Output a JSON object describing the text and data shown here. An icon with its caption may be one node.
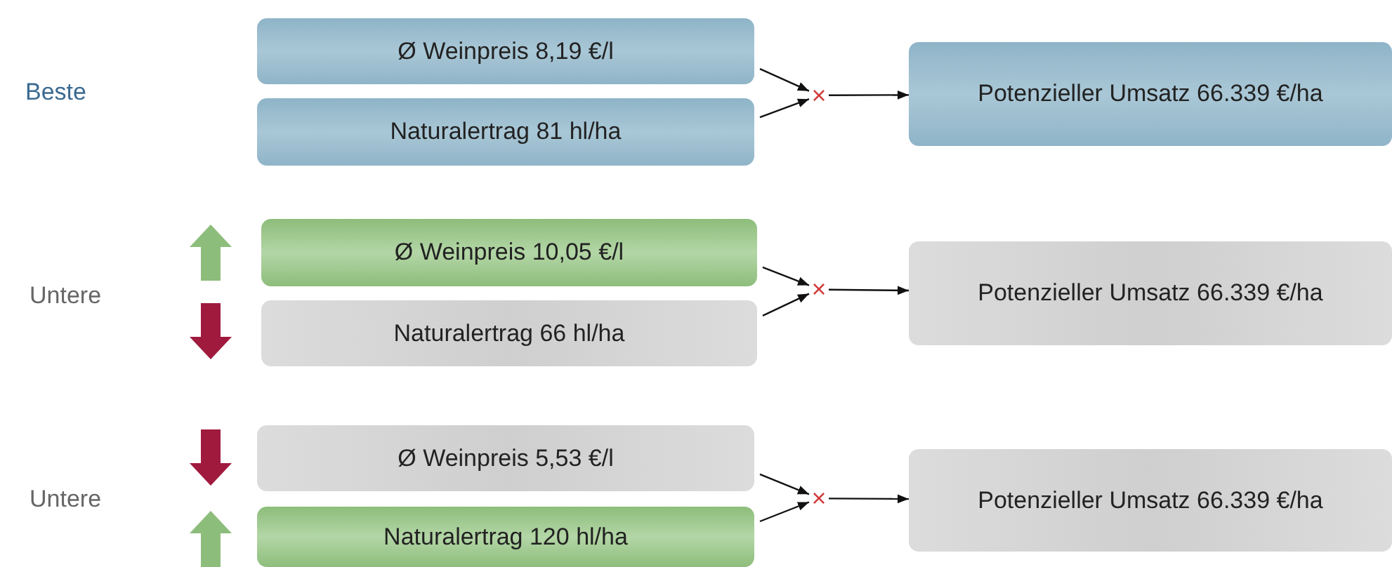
{
  "diagram": {
    "nodes": [
      {
        "text": [
          "Ø Weinpreis 8,19 €/l"
        ]
      },
      {
        "text": [
          "Naturalertrag 81 hl/ha"
        ]
      },
      {
        "text": [
          "×"
        ]
      },
      {
        "text": [
          "Potenzieller Umsatz 66.339 €/ha"
        ]
      },
      {
        "text": [
          "Ø Weinpreis 10,05 €/l"
        ]
      },
      {
        "text": [
          "Naturalertrag 66 hl/ha"
        ]
      },
      {
        "text": [
          "×"
        ]
      },
      {
        "text": [
          "Potenzieller Umsatz 66.339 €/ha"
        ]
      },
      {
        "text": [
          "Ø Weinpreis 5,53 €/l"
        ]
      },
      {
        "text": [
          "Naturalertrag 120 hl/ha"
        ]
      },
      {
        "text": [
          "×"
        ]
      },
      {
        "text": [
          "Potenzieller Umsatz 66.339 €/ha"
        ]
      }
    ],
    "edges": [
      {
        "from": 0,
        "to": 2,
        "arrow": "to"
      },
      {
        "from": 1,
        "to": 2,
        "arrow": "to"
      },
      {
        "from": 2,
        "to": 3,
        "arrow": "to"
      },
      {
        "from": 4,
        "to": 6,
        "arrow": "to"
      },
      {
        "from": 5,
        "to": 6,
        "arrow": "to"
      },
      {
        "from": 6,
        "to": 7,
        "arrow": "to"
      },
      {
        "from": 8,
        "to": 10,
        "arrow": "to"
      },
      {
        "from": 9,
        "to": 10,
        "arrow": "to"
      },
      {
        "from": 10,
        "to": 11,
        "arrow": "to"
      }
    ],
    "labels": [
      "Beste",
      "Untere",
      "Untere"
    ]
  }
}
